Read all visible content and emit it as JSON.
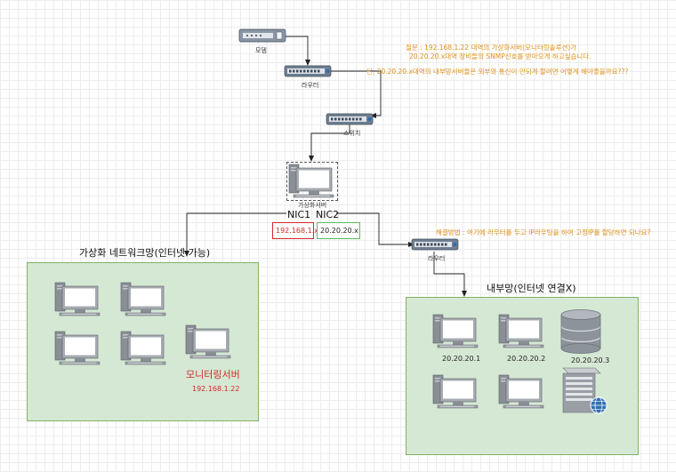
{
  "devices": {
    "modem_label": "모뎀",
    "router_top_label": "라우터",
    "switch_label": "스위치",
    "virt_server_label": "가상화서버",
    "router_right_label": "라우터"
  },
  "question": {
    "line1": "질문 : 192.168.1.22 대역의 가상화서버(모니터링솔루션)가",
    "line2": "20.20.20.x대역 장비들의 SNMP신호를 받아오게 하고싶습니다.",
    "line3": "단, 20.20.20.x대역의 내부망서버들은 외부와 통신이 안되게 할려면 어떻게 해야좋을까요???"
  },
  "solution": "해결방법 : 여기에 라우터를 두고 IP라우팅을 하여 고정IP를 할당하면 되나요?",
  "nics": {
    "nic1": "NIC1",
    "nic2": "NIC2",
    "nic1_ip": "192.168.1.x",
    "nic2_ip": "20.20.20.x"
  },
  "virt_network": {
    "title": "가상화 네트워크망(인터넷 가능)",
    "monitor_label": "모니터링서버",
    "monitor_ip": "192.168.1.22"
  },
  "internal_network": {
    "title": "내부망(인터넷 연결X)",
    "ip1": "20.20.20.1",
    "ip2": "20.20.20.2",
    "ip3": "20.20.20.3"
  },
  "colors": {
    "zone_fill": "#d5e8d4",
    "zone_border": "#82b366",
    "note": "#e0901a",
    "red": "#d62828",
    "green": "#5cb85c",
    "device_blue": "#2b6cb0"
  }
}
